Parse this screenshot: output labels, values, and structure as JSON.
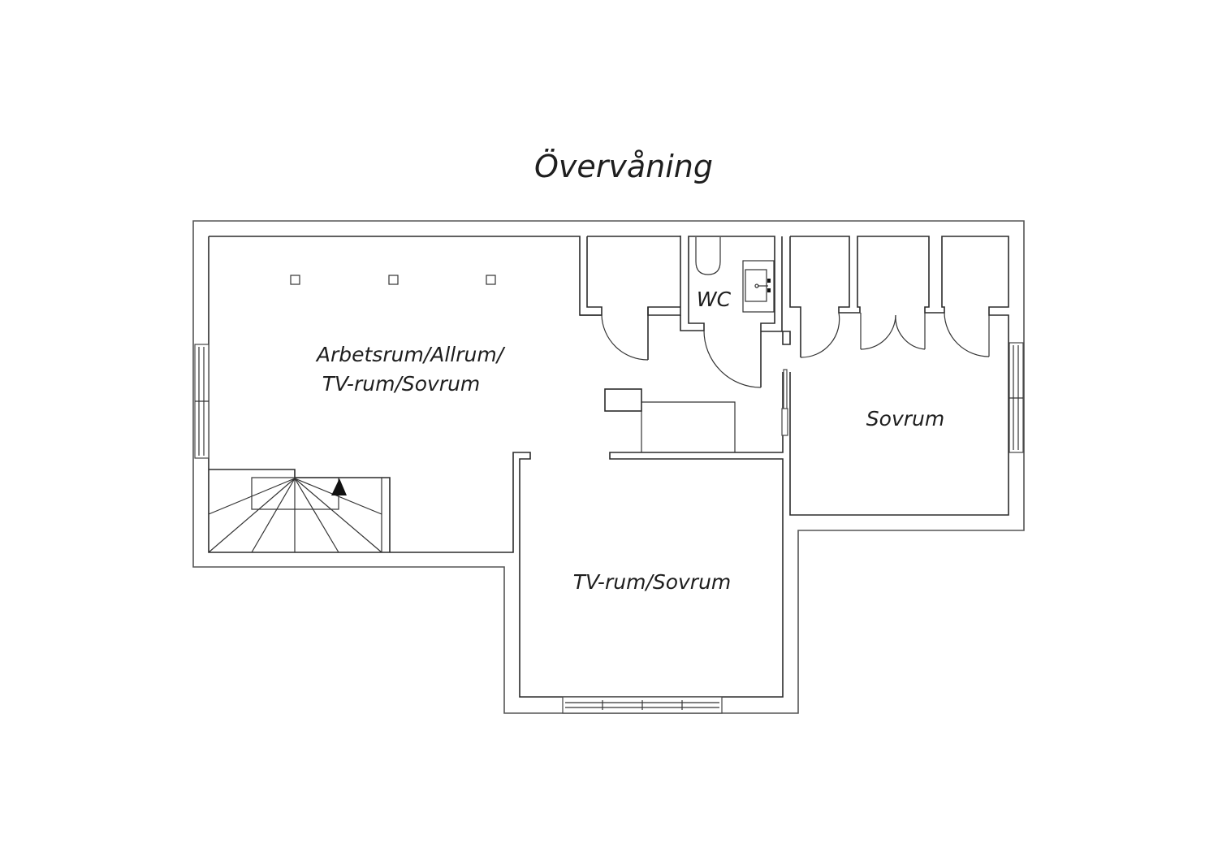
{
  "title": "Övervåning",
  "rooms": {
    "arbetsrum": {
      "line1": "Arbetsrum/Allrum/",
      "line2": "TV-rum/Sovrum"
    },
    "wc": "WC",
    "sovrum": "Sovrum",
    "tvrum": "TV-rum/Sovrum"
  },
  "colors": {
    "line": "#2b2b2b",
    "background": "#ffffff"
  },
  "icons": [
    "stair-direction-arrow-icon",
    "toilet-icon",
    "sink-icon",
    "door-swing-icon",
    "window-icon"
  ]
}
